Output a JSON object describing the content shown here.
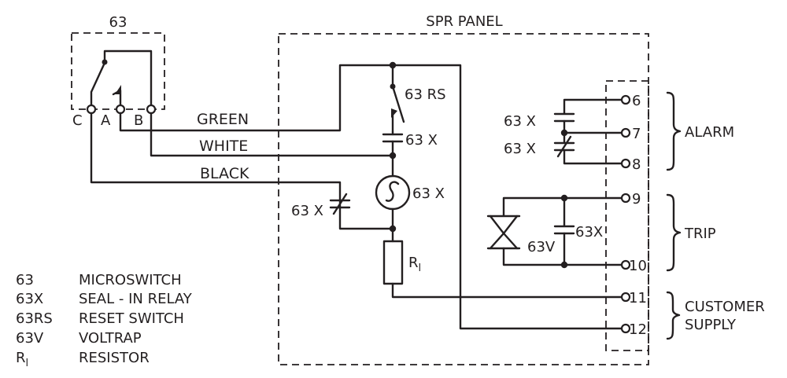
{
  "boxes": {
    "microswitch_label": "63",
    "panel_label": "SPR PANEL"
  },
  "microswitch_terminals": {
    "c": "C",
    "a": "A",
    "b": "B"
  },
  "wires": {
    "green": "GREEN",
    "white": "WHITE",
    "black": "BLACK"
  },
  "components": {
    "reset_switch": "63 RS",
    "seal_contact": "63 X",
    "relay_coil": "63 X",
    "nc_contact": "63 X",
    "resistor_main": "R",
    "resistor_sub": "l",
    "alarm_no": "63 X",
    "alarm_nc": "63 X",
    "voltrap": "63V",
    "trip_contact": "63X"
  },
  "terminals": [
    "6",
    "7",
    "8",
    "9",
    "10",
    "11",
    "12"
  ],
  "groups": {
    "alarm": "ALARM",
    "trip": "TRIP",
    "customer_1": "CUSTOMER",
    "customer_2": "SUPPLY"
  },
  "legend": [
    {
      "code": "63",
      "desc": "MICROSWITCH"
    },
    {
      "code": "63X",
      "desc": "SEAL - IN RELAY"
    },
    {
      "code": "63RS",
      "desc": "RESET SWITCH"
    },
    {
      "code": "63V",
      "desc": "VOLTRAP"
    },
    {
      "code": "R",
      "sub": "l",
      "desc": "RESISTOR"
    }
  ]
}
